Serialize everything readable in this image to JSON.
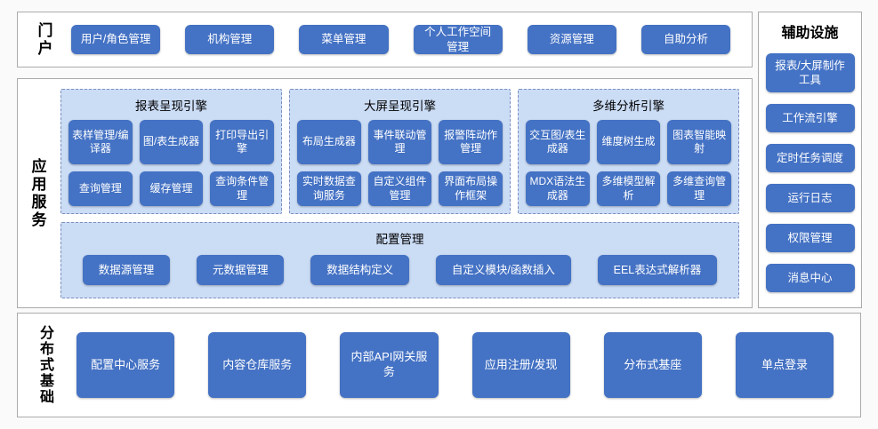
{
  "portal": {
    "label": "门户",
    "items": [
      "用户/角色管理",
      "机构管理",
      "菜单管理",
      "个人工作空间管理",
      "资源管理",
      "自助分析"
    ]
  },
  "app_services": {
    "label": "应用服务",
    "engines": [
      {
        "title": "报表呈现引擎",
        "buttons": [
          "表样管理/编译器",
          "图/表生成器",
          "打印导出引擎",
          "查询管理",
          "缓存管理",
          "查询条件管理"
        ]
      },
      {
        "title": "大屏呈现引擎",
        "buttons": [
          "布局生成器",
          "事件联动管理",
          "报警阵动作管理",
          "实时数据查询服务",
          "自定义组件管理",
          "界面布局操作框架"
        ]
      },
      {
        "title": "多维分析引擎",
        "buttons": [
          "交互图/表生成器",
          "维度树生成",
          "图表智能映射",
          "MDX语法生成器",
          "多维模型解析",
          "多维查询管理"
        ]
      }
    ],
    "config": {
      "title": "配置管理",
      "items": [
        "数据源管理",
        "元数据管理",
        "数据结构定义",
        "自定义模块/函数插入",
        "EEL表达式解析器"
      ]
    }
  },
  "auxiliary": {
    "title": "辅助设施",
    "items": [
      "报表/大屏制作工具",
      "工作流引擎",
      "定时任务调度",
      "运行日志",
      "权限管理",
      "消息中心"
    ]
  },
  "distributed": {
    "label": "分布式基础",
    "items": [
      "配置中心服务",
      "内容仓库服务",
      "内部API网关服务",
      "应用注册/发现",
      "分布式基座",
      "单点登录"
    ]
  },
  "colors": {
    "block_blue": "#4472c4",
    "panel_light_blue": "#cbdcf5",
    "dashed_border": "#7b8fc0",
    "section_border": "#ababab"
  }
}
